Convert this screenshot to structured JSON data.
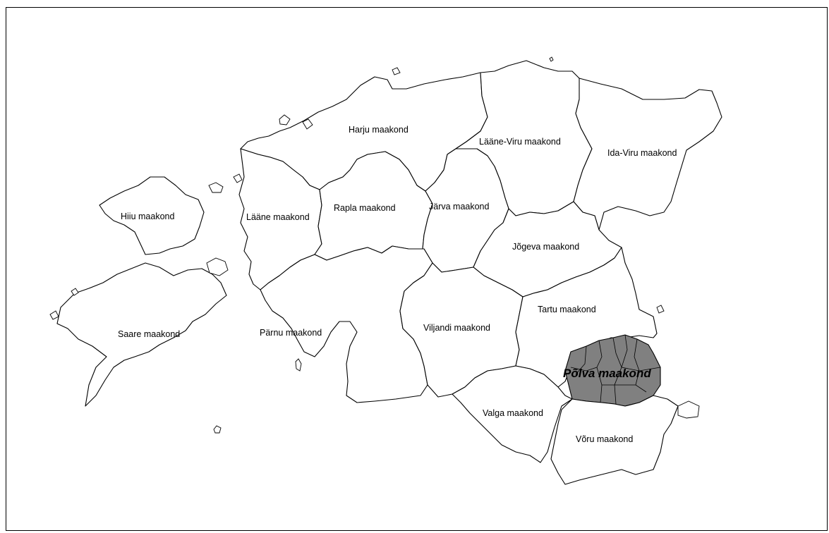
{
  "map": {
    "counties": [
      {
        "id": "harju",
        "name": "Harju maakond",
        "highlighted": false
      },
      {
        "id": "laane-viru",
        "name": "Lääne-Viru maakond",
        "highlighted": false
      },
      {
        "id": "ida-viru",
        "name": "Ida-Viru maakond",
        "highlighted": false
      },
      {
        "id": "hiiu",
        "name": "Hiiu maakond",
        "highlighted": false
      },
      {
        "id": "laane",
        "name": "Lääne maakond",
        "highlighted": false
      },
      {
        "id": "rapla",
        "name": "Rapla maakond",
        "highlighted": false
      },
      {
        "id": "jarva",
        "name": "Järva maakond",
        "highlighted": false
      },
      {
        "id": "jogeva",
        "name": "Jõgeva maakond",
        "highlighted": false
      },
      {
        "id": "saare",
        "name": "Saare maakond",
        "highlighted": false
      },
      {
        "id": "parnu",
        "name": "Pärnu maakond",
        "highlighted": false
      },
      {
        "id": "viljandi",
        "name": "Viljandi maakond",
        "highlighted": false
      },
      {
        "id": "tartu",
        "name": "Tartu maakond",
        "highlighted": false
      },
      {
        "id": "polva",
        "name": "Põlva maakond",
        "highlighted": true
      },
      {
        "id": "valga",
        "name": "Valga maakond",
        "highlighted": false
      },
      {
        "id": "voru",
        "name": "Võru maakond",
        "highlighted": false
      }
    ],
    "colors": {
      "highlight_fill": "#808080",
      "county_fill": "#ffffff",
      "border": "#000000"
    }
  }
}
